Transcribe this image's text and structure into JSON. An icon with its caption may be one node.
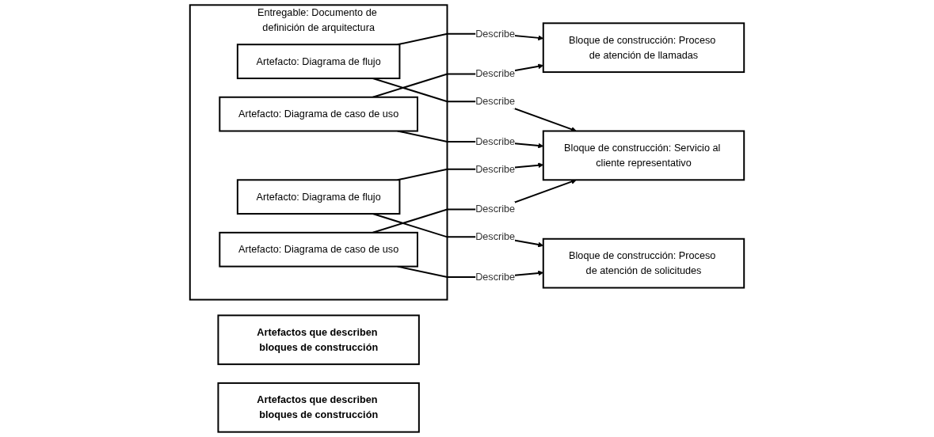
{
  "diagram": {
    "nodes": [
      {
        "text": [
          "Entregable: Documento de definición de arquitectura"
        ]
      },
      {
        "text": [
          "Artefacto: Diagrama de flujo"
        ],
        "in": 0
      },
      {
        "text": [
          "Artefacto: Diagrama de caso de uso"
        ],
        "in": 0
      },
      {
        "text": [
          "Artefacto: Diagrama de flujo"
        ],
        "in": 0
      },
      {
        "text": [
          "Artefacto: Diagrama de caso de uso"
        ],
        "in": 0
      },
      {
        "text": [
          "Artefactos que describen bloques de construcción"
        ]
      },
      {
        "text": [
          "Bloque de construcción: Servicio al cliente representativo"
        ]
      },
      {
        "text": [
          "Artefactos que describen bloques de construcción"
        ]
      },
      {
        "text": [
          "Bloque de construcción: Proceso de atención de llamadas"
        ]
      },
      {
        "text": [
          "Bloque de construcción: Proceso de atención de solicitudes"
        ]
      }
    ],
    "edges": [
      {
        "from": 1,
        "to": 6,
        "label": "Describe",
        "arrow": "to"
      },
      {
        "from": 2,
        "to": 6,
        "label": "Describe",
        "arrow": "to"
      },
      {
        "from": 3,
        "to": 6,
        "label": "Describe",
        "arrow": "to"
      },
      {
        "from": 4,
        "to": 6,
        "label": "Describe",
        "arrow": "to"
      },
      {
        "from": 1,
        "to": 8,
        "label": "Describe",
        "arrow": "to"
      },
      {
        "from": 2,
        "to": 8,
        "label": "Describe",
        "arrow": "to"
      },
      {
        "from": 3,
        "to": 9,
        "label": "Describe",
        "arrow": "to"
      },
      {
        "from": 4,
        "to": 9,
        "label": "Describe",
        "arrow": "to"
      }
    ]
  }
}
